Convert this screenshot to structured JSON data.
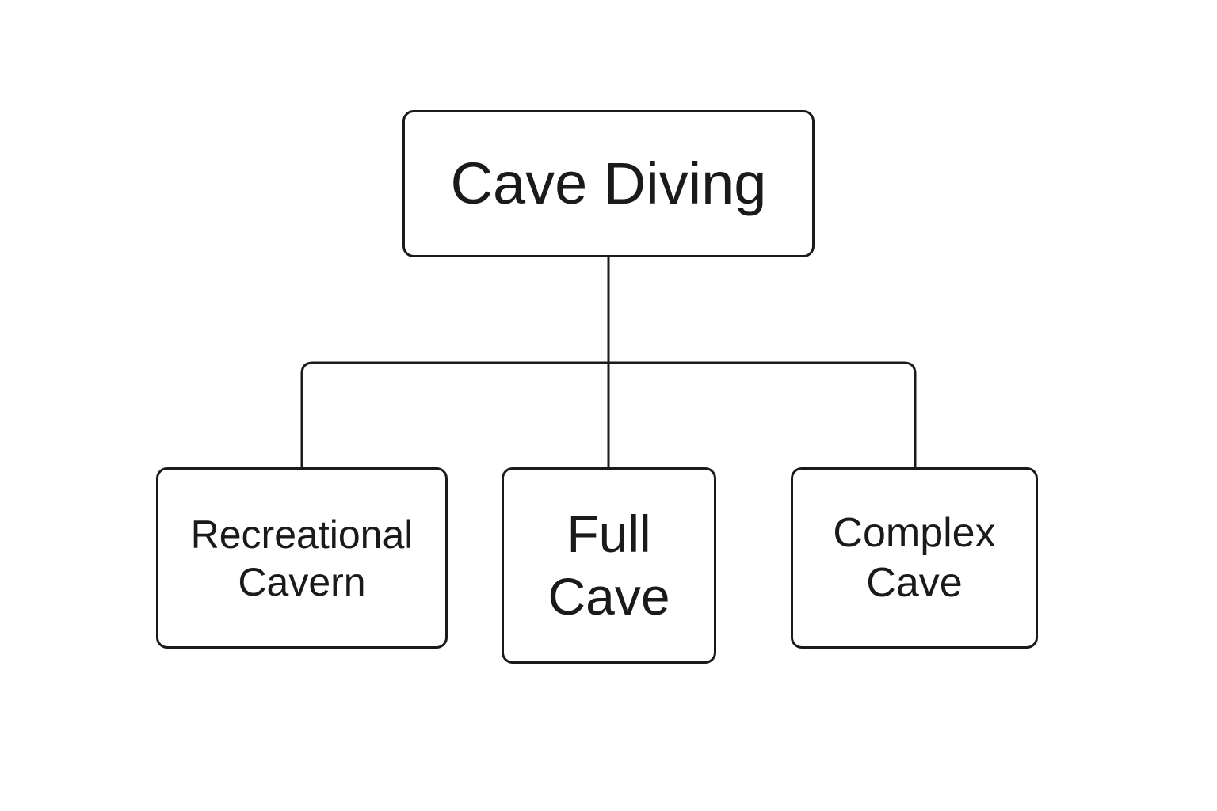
{
  "colors": {
    "stroke": "#1a1a1a",
    "background": "#ffffff"
  },
  "root": {
    "label": "Cave Diving"
  },
  "children": [
    {
      "lines": [
        "Recreational",
        "Cavern"
      ]
    },
    {
      "lines": [
        "Full",
        "Cave"
      ]
    },
    {
      "lines": [
        "Complex",
        "Cave"
      ]
    }
  ]
}
